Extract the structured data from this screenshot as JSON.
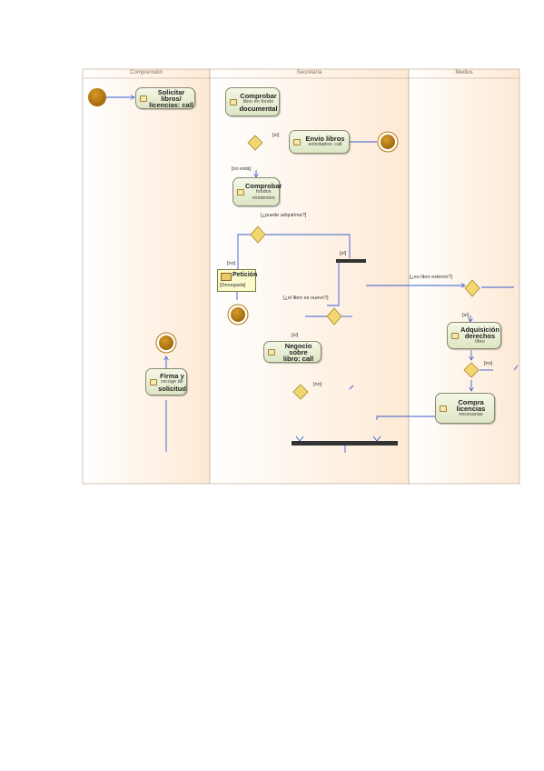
{
  "lanes": [
    "Comprensión",
    "Secretaría",
    "Medios"
  ],
  "actions": {
    "solicitar": {
      "l1": "Solicitar libros/",
      "l2": "licencias: call"
    },
    "comprobar1": {
      "l1": "Comprobar",
      "l2": "libro en fondo",
      "l3": "documental"
    },
    "envio": {
      "l1": "Envío libros",
      "l2": "solicitados: call"
    },
    "comprobar2": {
      "l1": "Comprobar",
      "l2": "fondos",
      "l3": "existentes"
    },
    "firma": {
      "l1": "Firma y",
      "l2": "recoge de",
      "l3": "solicitud"
    },
    "negocio": {
      "l1": "Negocio sobre",
      "l2": "libro: call"
    },
    "adquisicion": {
      "l1": "Adquisición",
      "l2": "derechos",
      "l3": "libro"
    },
    "compra": {
      "l1": "Compra",
      "l2": "licencias",
      "l3": "necesarias"
    }
  },
  "object": {
    "name": "Petición",
    "state": "[Denegada]"
  },
  "guards": {
    "g_si1": "[sí]",
    "g_nosta": "[no está]",
    "g_puede": "[¿puede adquirirse?]",
    "g_no1": "[no]",
    "g_si2": "[sí]",
    "g_medios": "[¿es libro externo?]",
    "g_esnuevo": "[¿el libro es nuevo?]",
    "g_si3": "[sí]",
    "g_no2": "[no]",
    "g_si4": "[sí]",
    "g_no3": "[no]"
  },
  "colors": {
    "initial_node": "#b5780f",
    "diamond": "#f2d66e",
    "flow": "#3a5bd0",
    "lane_fill": "#fff3e6",
    "bar": "#333333"
  },
  "icons": [
    "action-icon",
    "object-icon"
  ]
}
